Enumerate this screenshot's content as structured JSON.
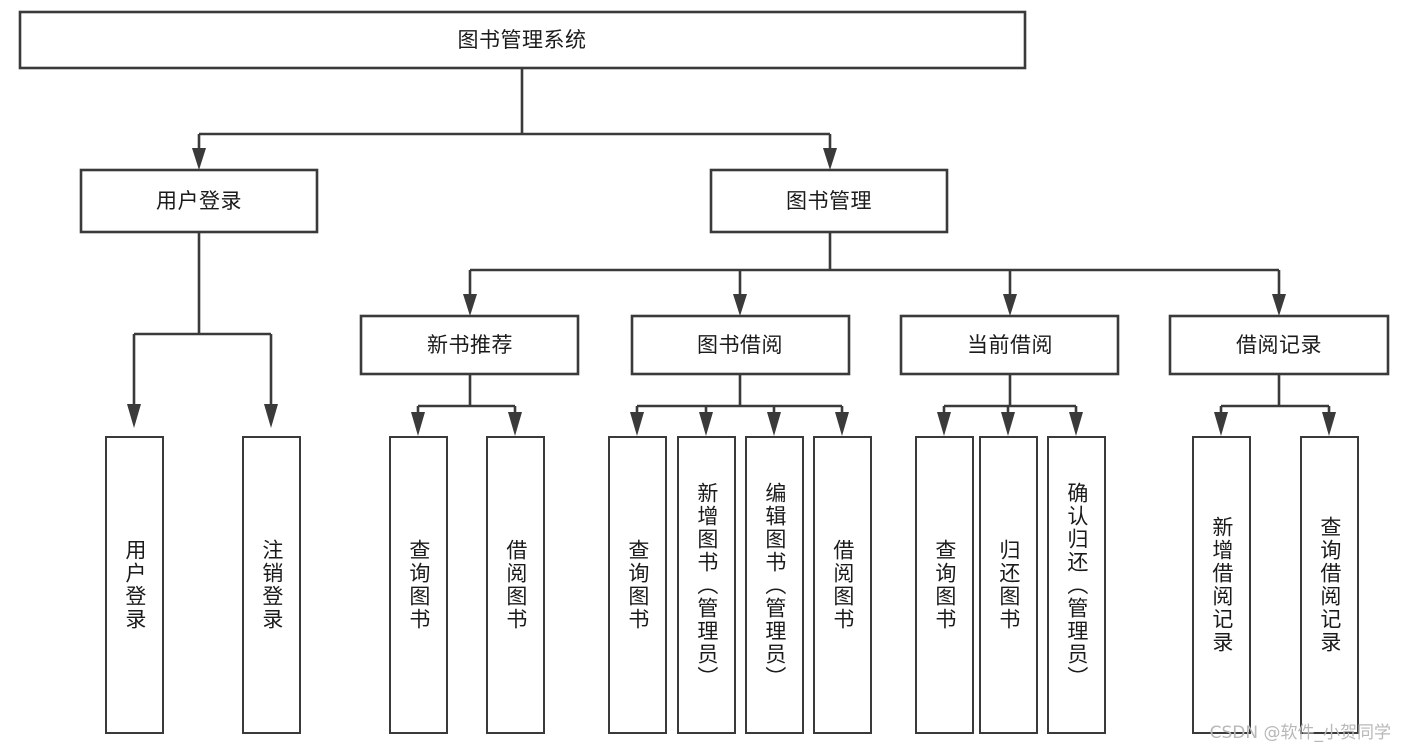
{
  "diagram": {
    "type": "tree-hierarchy-chart",
    "title": "图书管理系统",
    "root": {
      "id": "root",
      "label": "图书管理系统",
      "orientation": "horizontal"
    },
    "level2": [
      {
        "id": "user-login",
        "label": "用户登录",
        "orientation": "horizontal"
      },
      {
        "id": "book-management",
        "label": "图书管理",
        "orientation": "horizontal"
      }
    ],
    "level3": [
      {
        "id": "new-book-recommend",
        "label": "新书推荐",
        "orientation": "horizontal",
        "parent": "book-management"
      },
      {
        "id": "book-borrow",
        "label": "图书借阅",
        "orientation": "horizontal",
        "parent": "book-management"
      },
      {
        "id": "current-borrow",
        "label": "当前借阅",
        "orientation": "horizontal",
        "parent": "book-management"
      },
      {
        "id": "borrow-record",
        "label": "借阅记录",
        "orientation": "horizontal",
        "parent": "book-management"
      }
    ],
    "leaves": [
      {
        "id": "leaf-user-login",
        "label": "用户登录",
        "parent": "user-login",
        "orientation": "vertical"
      },
      {
        "id": "leaf-logout-login",
        "label": "注销登录",
        "parent": "user-login",
        "orientation": "vertical"
      },
      {
        "id": "leaf-query-book-1",
        "label": "查询图书",
        "parent": "new-book-recommend",
        "orientation": "vertical"
      },
      {
        "id": "leaf-borrow-book-1",
        "label": "借阅图书",
        "parent": "new-book-recommend",
        "orientation": "vertical"
      },
      {
        "id": "leaf-query-book-2",
        "label": "查询图书",
        "parent": "book-borrow",
        "orientation": "vertical"
      },
      {
        "id": "leaf-add-book",
        "label": "新增图书（管理员）",
        "parent": "book-borrow",
        "orientation": "vertical"
      },
      {
        "id": "leaf-edit-book",
        "label": "编辑图书（管理员）",
        "parent": "book-borrow",
        "orientation": "vertical"
      },
      {
        "id": "leaf-borrow-book-2",
        "label": "借阅图书",
        "parent": "book-borrow",
        "orientation": "vertical"
      },
      {
        "id": "leaf-query-book-3",
        "label": "查询图书",
        "parent": "current-borrow",
        "orientation": "vertical"
      },
      {
        "id": "leaf-return-book",
        "label": "归还图书",
        "parent": "current-borrow",
        "orientation": "vertical"
      },
      {
        "id": "leaf-confirm-return",
        "label": "确认归还（管理员）",
        "parent": "current-borrow",
        "orientation": "vertical"
      },
      {
        "id": "leaf-add-borrow-record",
        "label": "新增借阅记录",
        "parent": "borrow-record",
        "orientation": "vertical"
      },
      {
        "id": "leaf-query-borrow-record",
        "label": "查询借阅记录",
        "parent": "borrow-record",
        "orientation": "vertical"
      }
    ]
  },
  "watermark": {
    "text": "CSDN @软件_小贺同学"
  },
  "colors": {
    "stroke": "#3a3a3a",
    "fill": "#ffffff",
    "text": "#1b1b1b",
    "watermark": "#b8b8b8",
    "background": "#ffffff"
  }
}
